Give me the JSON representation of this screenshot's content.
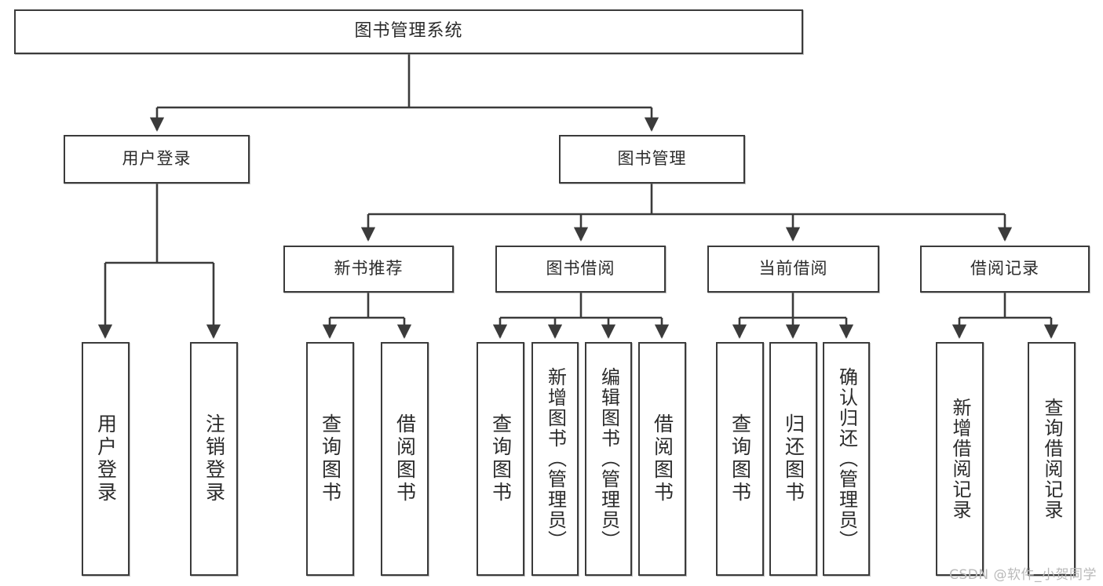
{
  "diagram": {
    "title": "图书管理系统",
    "type": "tree",
    "watermark": "CSDN @软件_小贺同学",
    "colors": {
      "box_border": "#3b3b3b",
      "box_fill": "#ffffff",
      "edge": "#3b3b3b",
      "text": "#2b2b2b",
      "watermark": "#b9b9b9",
      "background": "#ffffff"
    },
    "nodes": {
      "root": {
        "label": "图书管理系统"
      },
      "level2": [
        {
          "id": "user-login",
          "label": "用户登录"
        },
        {
          "id": "book-manage",
          "label": "图书管理"
        }
      ],
      "level3": [
        {
          "id": "new-book-rec",
          "label": "新书推荐"
        },
        {
          "id": "book-borrow",
          "label": "图书借阅"
        },
        {
          "id": "current-borrow",
          "label": "当前借阅"
        },
        {
          "id": "borrow-record",
          "label": "借阅记录"
        }
      ],
      "leaves": {
        "user-login": [
          {
            "id": "leaf-user-login",
            "label": "用户登录"
          },
          {
            "id": "leaf-logout",
            "label": "注销登录"
          }
        ],
        "new-book-rec": [
          {
            "id": "leaf-query-book-1",
            "label": "查询图书"
          },
          {
            "id": "leaf-borrow-book-1",
            "label": "借阅图书"
          }
        ],
        "book-borrow": [
          {
            "id": "leaf-query-book-2",
            "label": "查询图书"
          },
          {
            "id": "leaf-add-book",
            "label": "新增图书（管理员）"
          },
          {
            "id": "leaf-edit-book",
            "label": "编辑图书（管理员）"
          },
          {
            "id": "leaf-borrow-book-2",
            "label": "借阅图书"
          }
        ],
        "current-borrow": [
          {
            "id": "leaf-query-book-3",
            "label": "查询图书"
          },
          {
            "id": "leaf-return-book",
            "label": "归还图书"
          },
          {
            "id": "leaf-confirm-return",
            "label": "确认归还（管理员）"
          }
        ],
        "borrow-record": [
          {
            "id": "leaf-add-record",
            "label": "新增借阅记录"
          },
          {
            "id": "leaf-query-record",
            "label": "查询借阅记录"
          }
        ]
      }
    }
  }
}
